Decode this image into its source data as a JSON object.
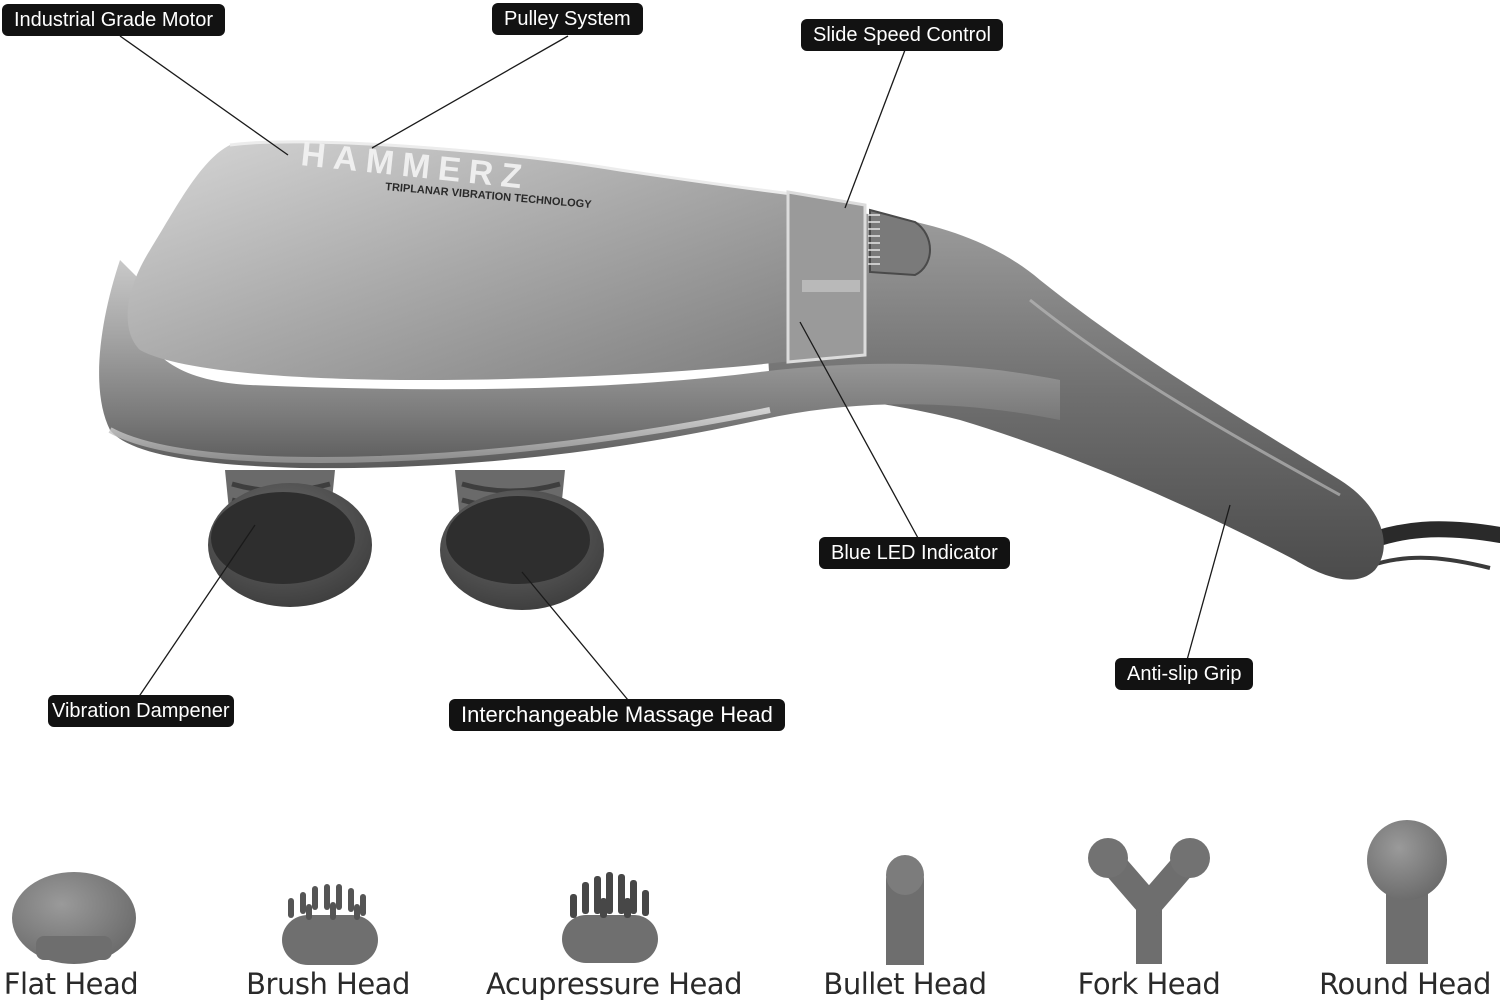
{
  "product": {
    "brand_text": "HAMMERZ",
    "tagline": "TRIPLANAR VIBRATION TECHNOLOGY"
  },
  "callouts": {
    "motor": "Industrial Grade Motor",
    "pulley": "Pulley System",
    "speed": "Slide Speed Control",
    "led": "Blue LED Indicator",
    "grip": "Anti-slip Grip",
    "dampener": "Vibration Dampener",
    "head": "Interchangeable Massage Head"
  },
  "attachments": [
    {
      "label": "Flat Head",
      "icon": "flat-head-icon"
    },
    {
      "label": "Brush Head",
      "icon": "brush-head-icon"
    },
    {
      "label": "Acupressure Head",
      "icon": "acupressure-head-icon"
    },
    {
      "label": "Bullet Head",
      "icon": "bullet-head-icon"
    },
    {
      "label": "Fork Head",
      "icon": "fork-head-icon"
    },
    {
      "label": "Round Head",
      "icon": "round-head-icon"
    }
  ],
  "colors": {
    "callout_bg": "#121212",
    "callout_text": "#ffffff",
    "body_metal": "#8e8e8e",
    "head_gray": "#808080"
  }
}
